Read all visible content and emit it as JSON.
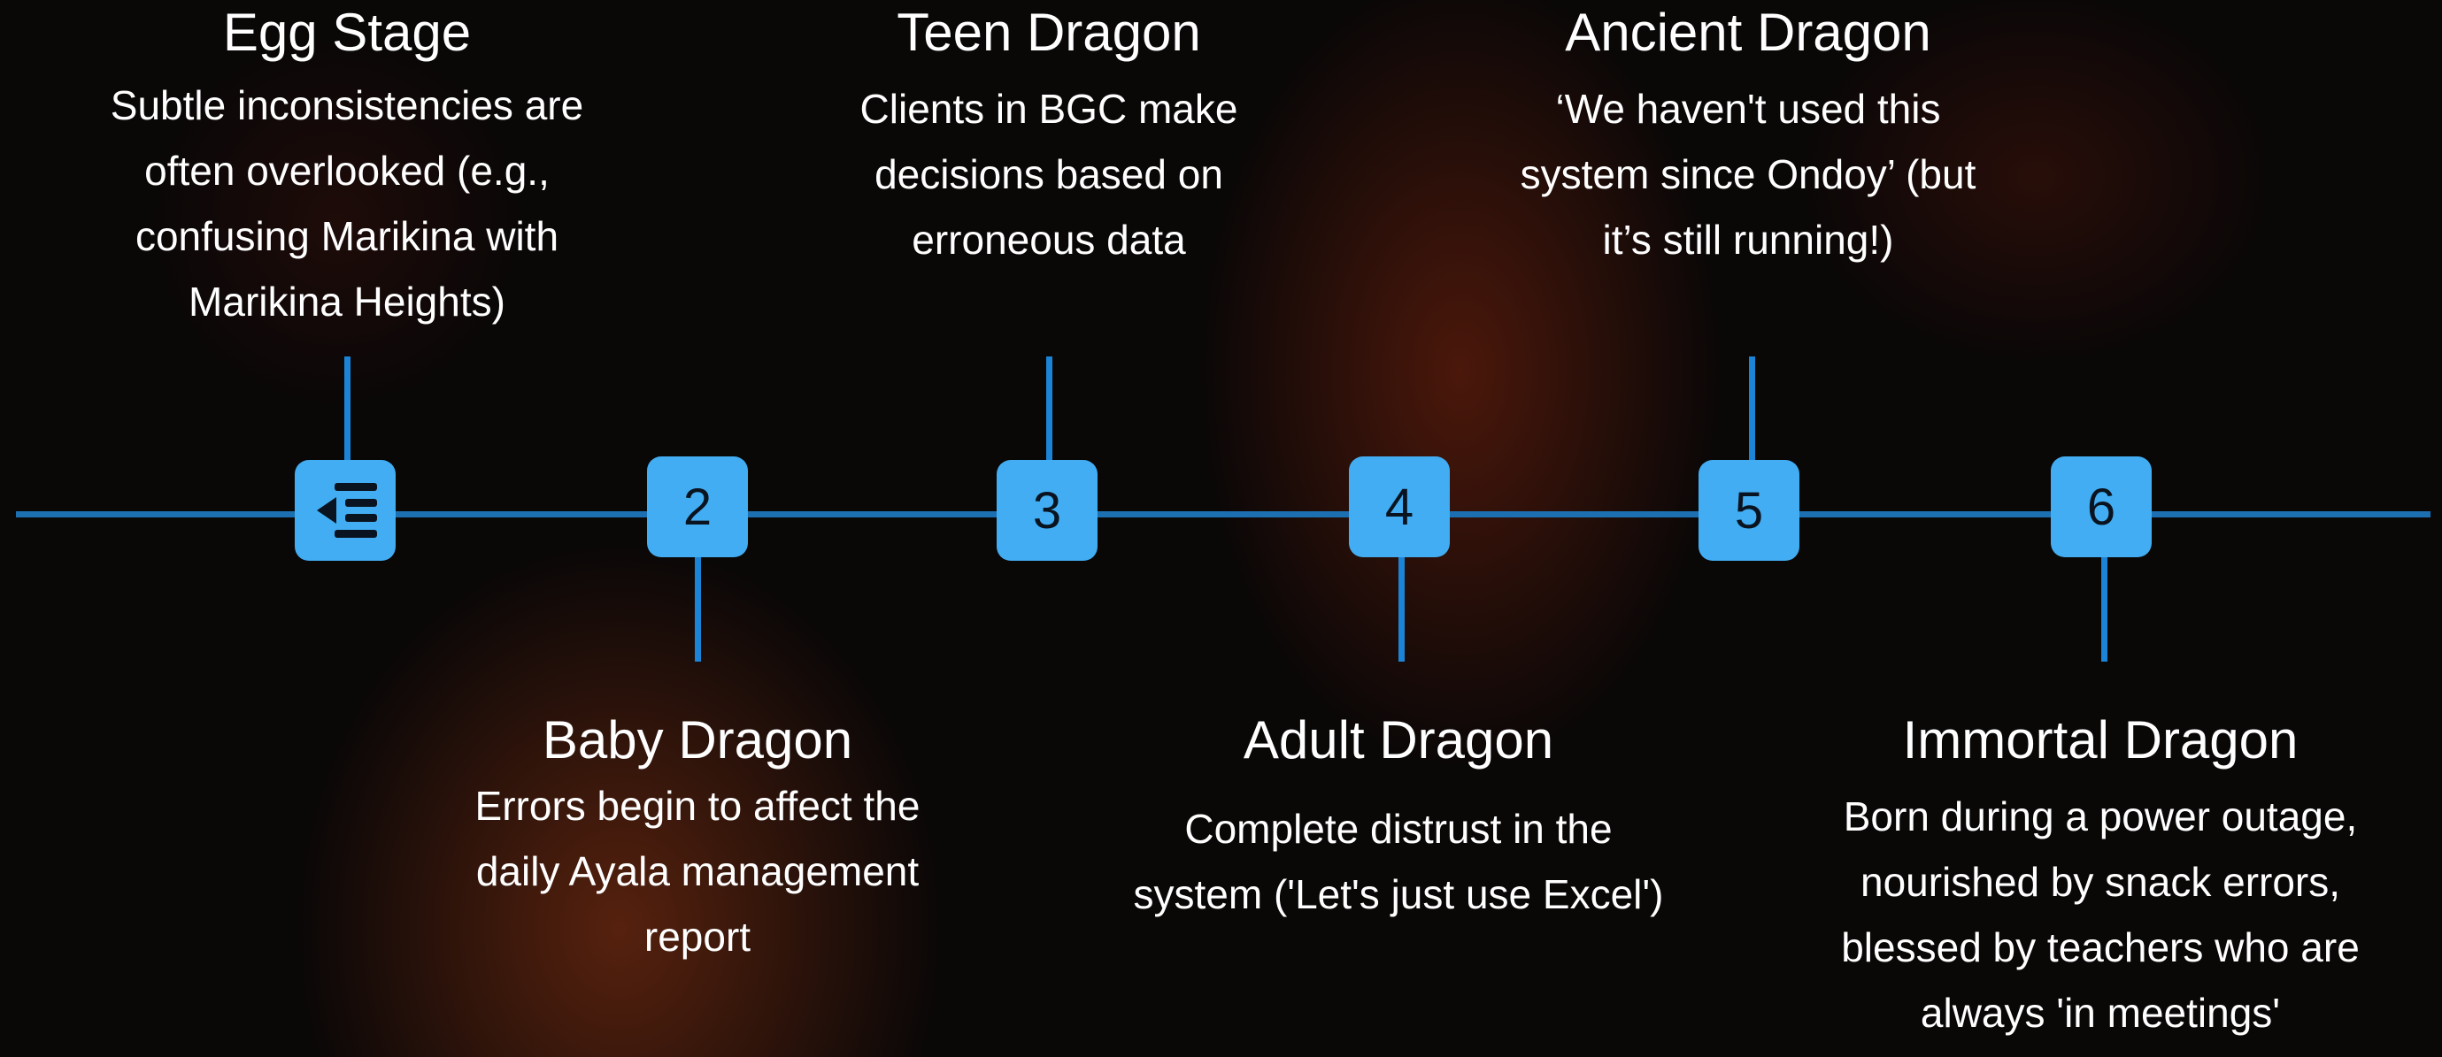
{
  "stages": [
    {
      "marker": "",
      "marker_icon": "indent-list-icon",
      "title": "Egg Stage",
      "description": "Subtle inconsistencies are often overlooked (e.g., confusing Marikina with Marikina Heights)"
    },
    {
      "marker": "2",
      "title": "Baby Dragon",
      "description": "Errors begin to affect the daily Ayala management report"
    },
    {
      "marker": "3",
      "title": "Teen Dragon",
      "description": "Clients in BGC make decisions based on erroneous data"
    },
    {
      "marker": "4",
      "title": "Adult Dragon",
      "description": "Complete distrust in the system ('Let's just use Excel')"
    },
    {
      "marker": "5",
      "title": "Ancient Dragon",
      "description": "‘We haven't used this system since Ondoy’ (but it’s still running!)"
    },
    {
      "marker": "6",
      "title": "Immortal Dragon",
      "description": "Born during a power outage, nourished by snack errors, blessed by teachers who are always 'in meetings'"
    }
  ],
  "colors": {
    "node_fill": "#42adf2",
    "line": "#1c6fb0",
    "text": "#ffffff"
  }
}
